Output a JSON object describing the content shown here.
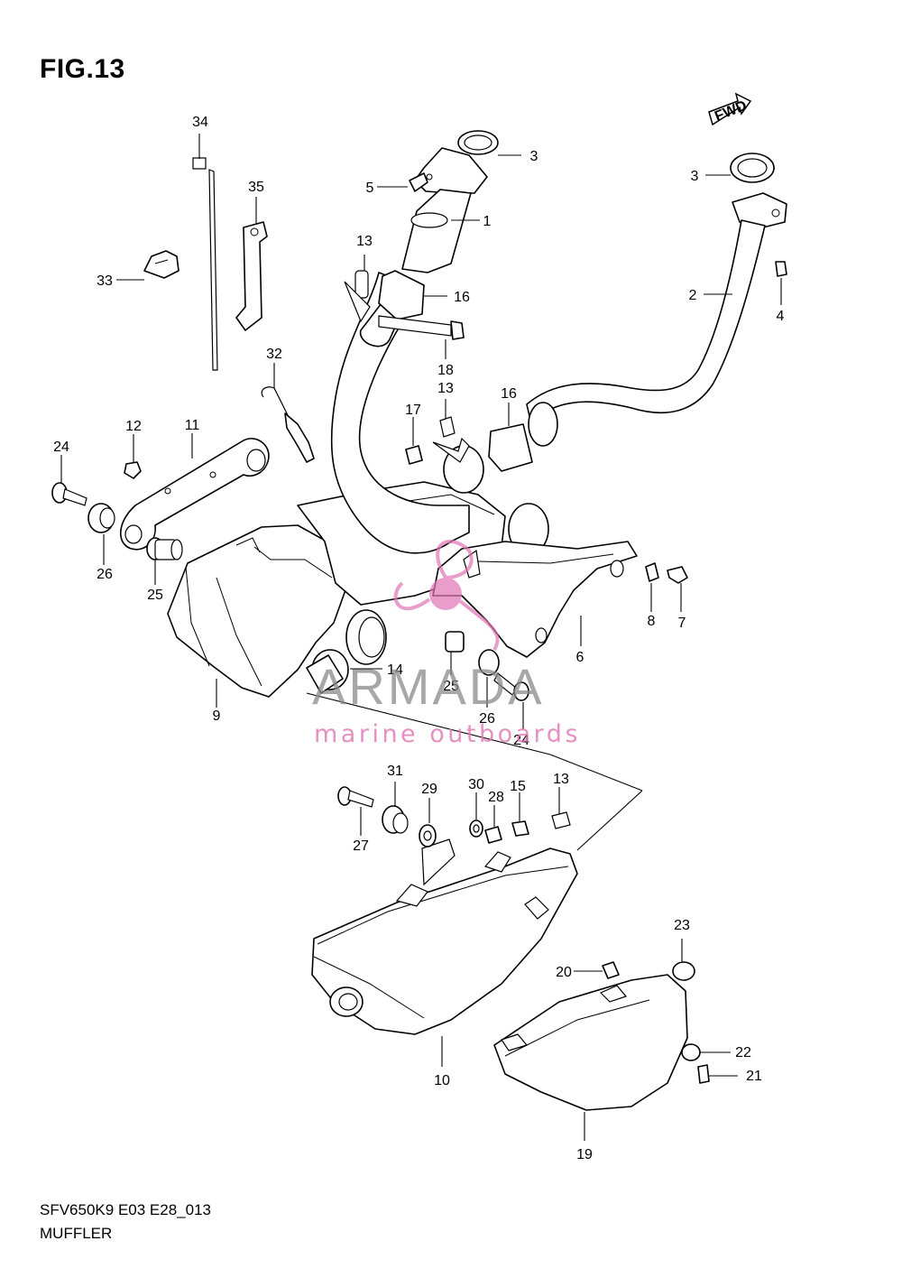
{
  "figure": {
    "title": "FIG.13"
  },
  "footer": {
    "code": "SFV650K9 E03 E28_013",
    "name": "MUFFLER"
  },
  "watermark": {
    "brand": "ARMADA",
    "subtitle": "marine outboards",
    "accent_color": "#e075b4"
  },
  "direction_badge": {
    "label": "FWD"
  },
  "callouts": [
    {
      "id": "c34",
      "text": "34"
    },
    {
      "id": "c35",
      "text": "35"
    },
    {
      "id": "c33",
      "text": "33"
    },
    {
      "id": "c32",
      "text": "32"
    },
    {
      "id": "c12",
      "text": "12"
    },
    {
      "id": "c11",
      "text": "11"
    },
    {
      "id": "c24a",
      "text": "24"
    },
    {
      "id": "c26a",
      "text": "26"
    },
    {
      "id": "c25a",
      "text": "25"
    },
    {
      "id": "c9",
      "text": "9"
    },
    {
      "id": "c5",
      "text": "5"
    },
    {
      "id": "c3a",
      "text": "3"
    },
    {
      "id": "c1",
      "text": "1"
    },
    {
      "id": "c13a",
      "text": "13"
    },
    {
      "id": "c16a",
      "text": "16"
    },
    {
      "id": "c18",
      "text": "18"
    },
    {
      "id": "c13b",
      "text": "13"
    },
    {
      "id": "c17",
      "text": "17"
    },
    {
      "id": "c16b",
      "text": "16"
    },
    {
      "id": "c3b",
      "text": "3"
    },
    {
      "id": "c2",
      "text": "2"
    },
    {
      "id": "c4",
      "text": "4"
    },
    {
      "id": "c8",
      "text": "8"
    },
    {
      "id": "c7",
      "text": "7"
    },
    {
      "id": "c6",
      "text": "6"
    },
    {
      "id": "c14",
      "text": "14"
    },
    {
      "id": "c25b",
      "text": "25"
    },
    {
      "id": "c26b",
      "text": "26"
    },
    {
      "id": "c24b",
      "text": "24"
    },
    {
      "id": "c31",
      "text": "31"
    },
    {
      "id": "c29",
      "text": "29"
    },
    {
      "id": "c30",
      "text": "30"
    },
    {
      "id": "c28",
      "text": "28"
    },
    {
      "id": "c15",
      "text": "15"
    },
    {
      "id": "c13c",
      "text": "13"
    },
    {
      "id": "c27",
      "text": "27"
    },
    {
      "id": "c23",
      "text": "23"
    },
    {
      "id": "c20",
      "text": "20"
    },
    {
      "id": "c22",
      "text": "22"
    },
    {
      "id": "c21",
      "text": "21"
    },
    {
      "id": "c10",
      "text": "10"
    },
    {
      "id": "c19",
      "text": "19"
    }
  ]
}
